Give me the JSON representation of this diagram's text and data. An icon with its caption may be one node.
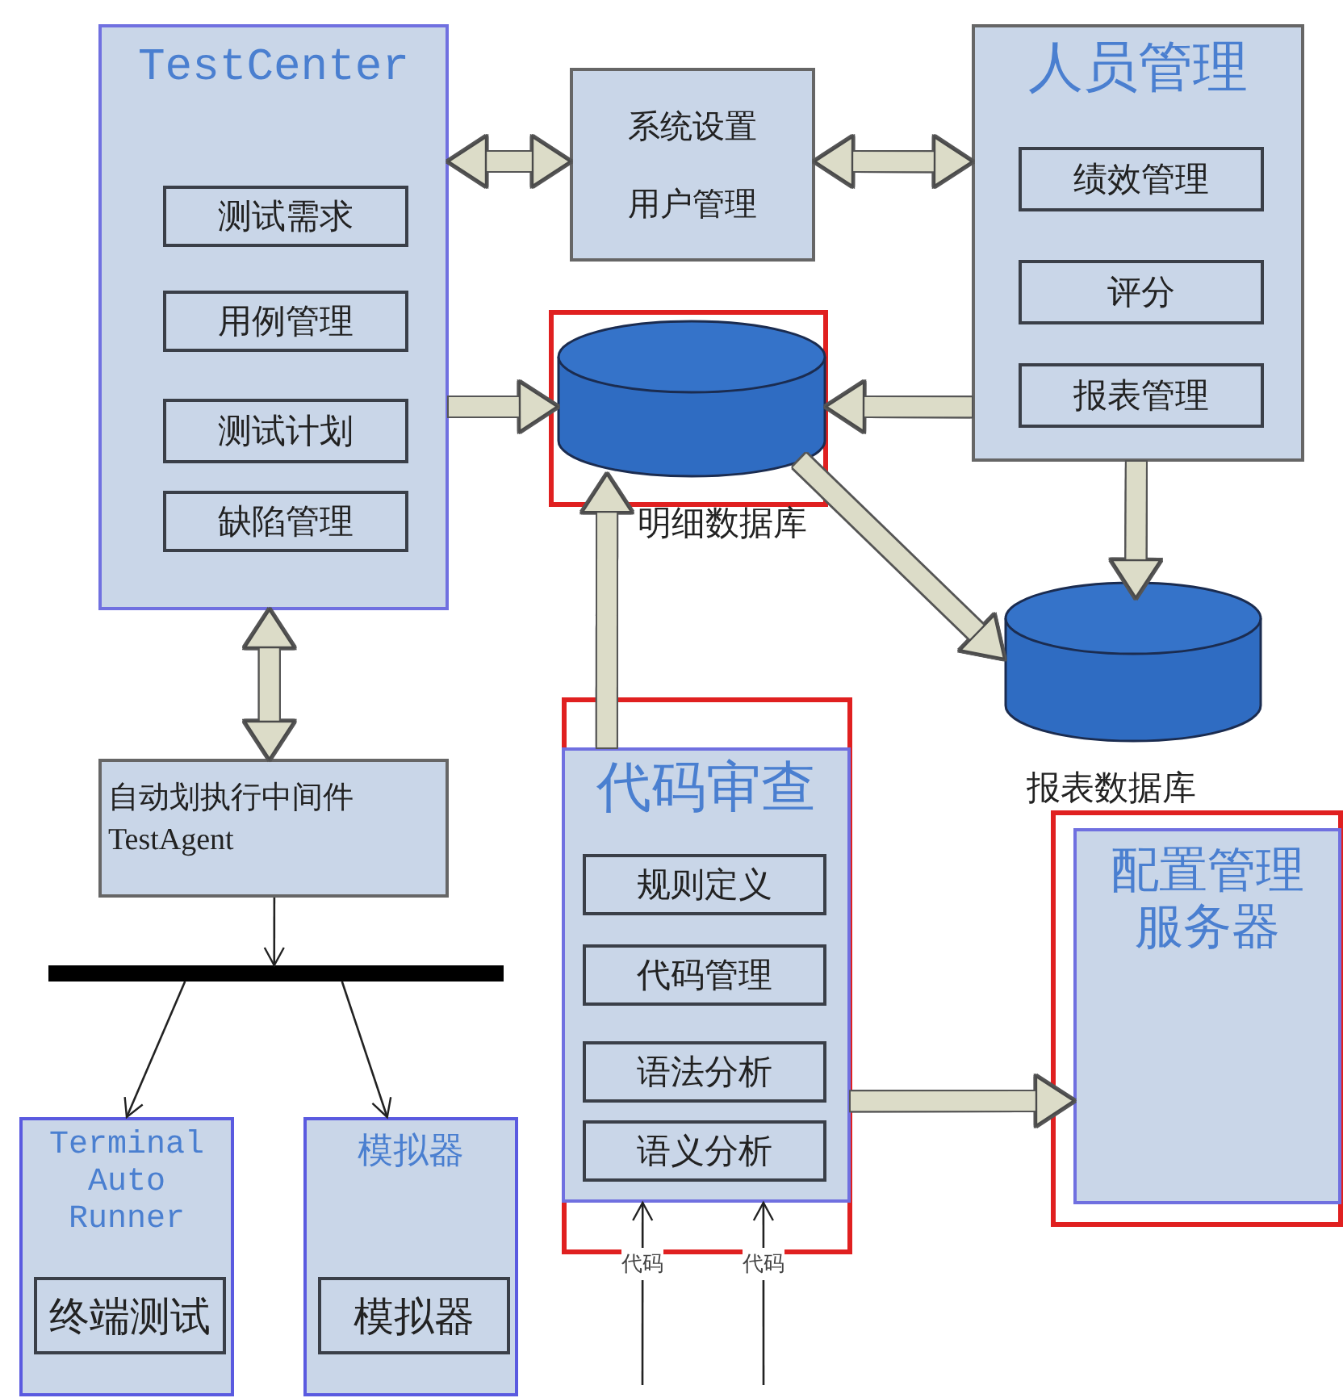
{
  "diagram": {
    "nodes": [
      {
        "text": [
          "TestCenter"
        ]
      },
      {
        "text": [
          "测试需求"
        ],
        "in": 0
      },
      {
        "text": [
          "用例管理"
        ],
        "in": 0
      },
      {
        "text": [
          "测试计划"
        ],
        "in": 0
      },
      {
        "text": [
          "缺陷管理"
        ],
        "in": 0
      },
      {
        "text": [
          "系统设置",
          "用户管理"
        ]
      },
      {
        "text": [
          "人员管理"
        ]
      },
      {
        "text": [
          "绩效管理"
        ],
        "in": 6
      },
      {
        "text": [
          "评分"
        ],
        "in": 6
      },
      {
        "text": [
          "报表管理"
        ],
        "in": 6
      },
      {
        "text": [
          "明细数据库"
        ]
      },
      {
        "text": [
          "报表数据库"
        ]
      },
      {
        "text": [
          "自动划执行中间件 TestAgent"
        ]
      },
      {
        "text": [],
        "shape": "bar"
      },
      {
        "text": [
          "Terminal Auto Runner"
        ]
      },
      {
        "text": [
          "终端测试"
        ],
        "in": 14
      },
      {
        "text": [
          "模拟器"
        ]
      },
      {
        "text": [
          "模拟器"
        ],
        "in": 16
      },
      {
        "text": [
          "代码审查"
        ]
      },
      {
        "text": [
          "规则定义"
        ],
        "in": 18
      },
      {
        "text": [
          "代码管理"
        ],
        "in": 18
      },
      {
        "text": [
          "语法分析"
        ],
        "in": 18
      },
      {
        "text": [
          "语义分析"
        ],
        "in": 18
      },
      {
        "text": [
          "配置管理服务器"
        ]
      }
    ],
    "edges": [
      {
        "from": 0,
        "to": 5,
        "arrow": "both"
      },
      {
        "from": 5,
        "to": 6,
        "arrow": "both"
      },
      {
        "from": 0,
        "to": 10,
        "arrow": "to"
      },
      {
        "from": 6,
        "to": 10,
        "arrow": "to"
      },
      {
        "from": 0,
        "to": 12,
        "arrow": "both"
      },
      {
        "from": 18,
        "to": 10,
        "arrow": "to"
      },
      {
        "from": 10,
        "to": 11,
        "arrow": "to"
      },
      {
        "from": 6,
        "to": 11,
        "arrow": "to"
      },
      {
        "from": 12,
        "to": 13,
        "arrow": "to",
        "color": "#222222"
      },
      {
        "from": 13,
        "to": 14,
        "arrow": "to",
        "color": "#222222"
      },
      {
        "from": 13,
        "to": 16,
        "arrow": "to",
        "color": "#222222"
      },
      {
        "from": 18,
        "to": 23,
        "arrow": "to"
      },
      {
        "from": null,
        "to": 18,
        "arrow": "to",
        "label": "代码",
        "color": "#222222"
      },
      {
        "from": null,
        "to": 18,
        "arrow": "to",
        "label": "代码",
        "color": "#222222"
      }
    ]
  }
}
